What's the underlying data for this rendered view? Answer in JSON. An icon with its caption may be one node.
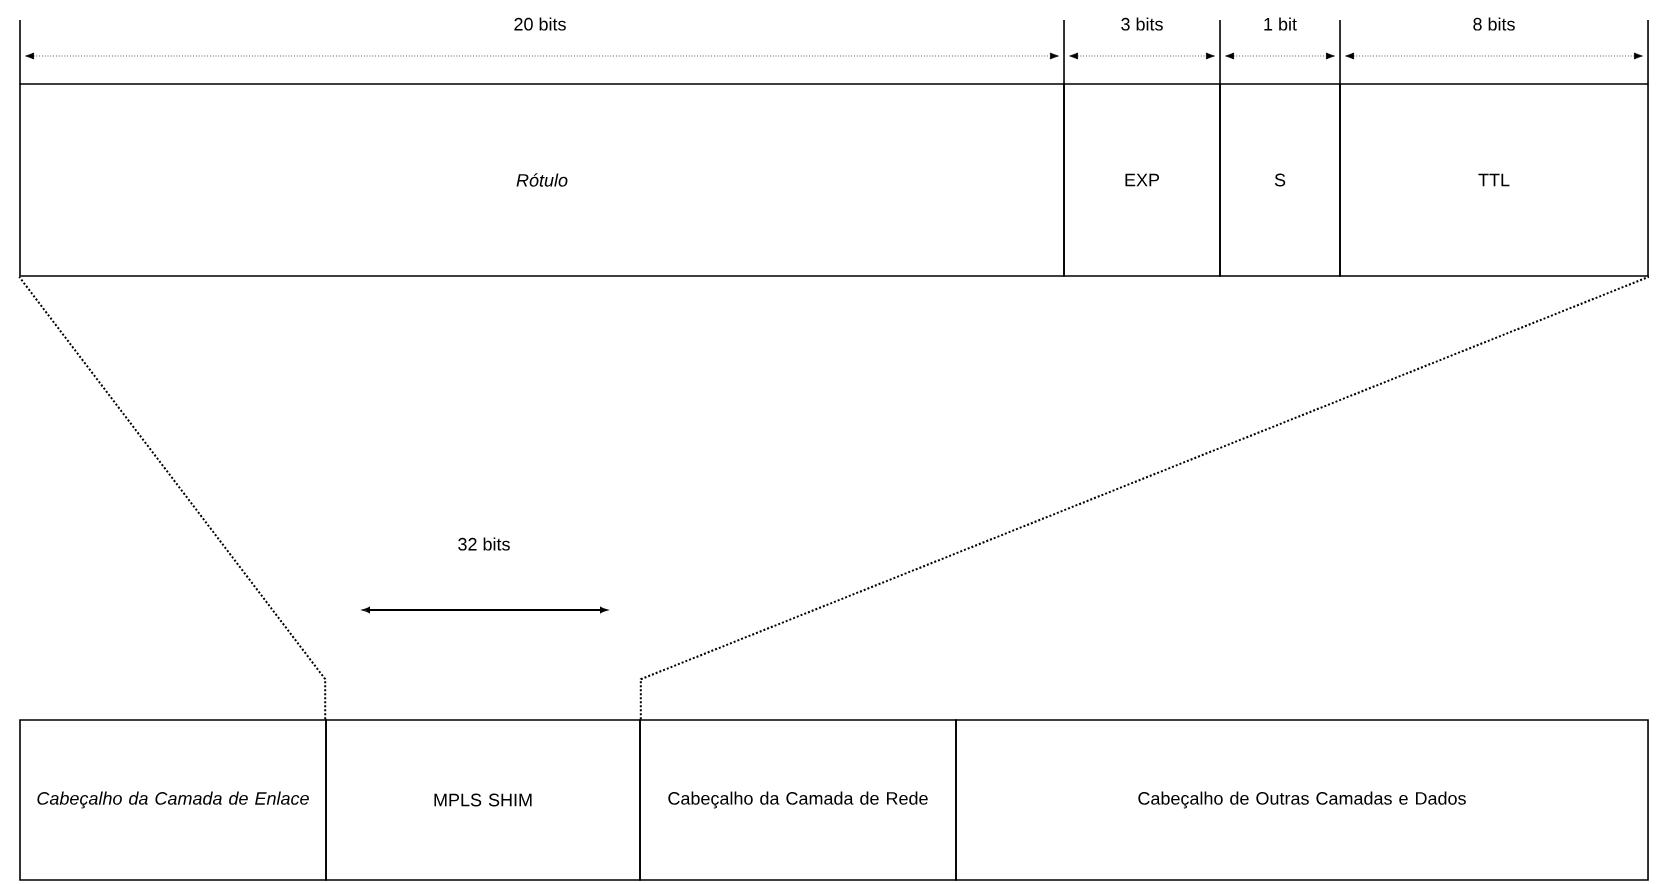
{
  "diagram": {
    "nodes": [
      {
        "text": [
          "Rótulo"
        ]
      },
      {
        "text": [
          "EXP"
        ]
      },
      {
        "text": [
          "S"
        ]
      },
      {
        "text": [
          "TTL"
        ]
      },
      {
        "text": [
          "Cabeçalho da Camada de Enlace"
        ]
      },
      {
        "text": [
          "MPLS SHIM"
        ]
      },
      {
        "text": [
          "Cabeçalho da Camada de Rede"
        ]
      },
      {
        "text": [
          "Cabeçalho de Outras Camadas e Dados"
        ]
      }
    ],
    "edges": [
      {
        "from": 5,
        "to": 0,
        "arrow": "none",
        "style": "dashed"
      },
      {
        "from": 5,
        "to": 3,
        "arrow": "none",
        "style": "dashed"
      }
    ],
    "labels": [
      "20 bits",
      "3 bits",
      "1 bit",
      "8 bits",
      "32 bits"
    ]
  }
}
